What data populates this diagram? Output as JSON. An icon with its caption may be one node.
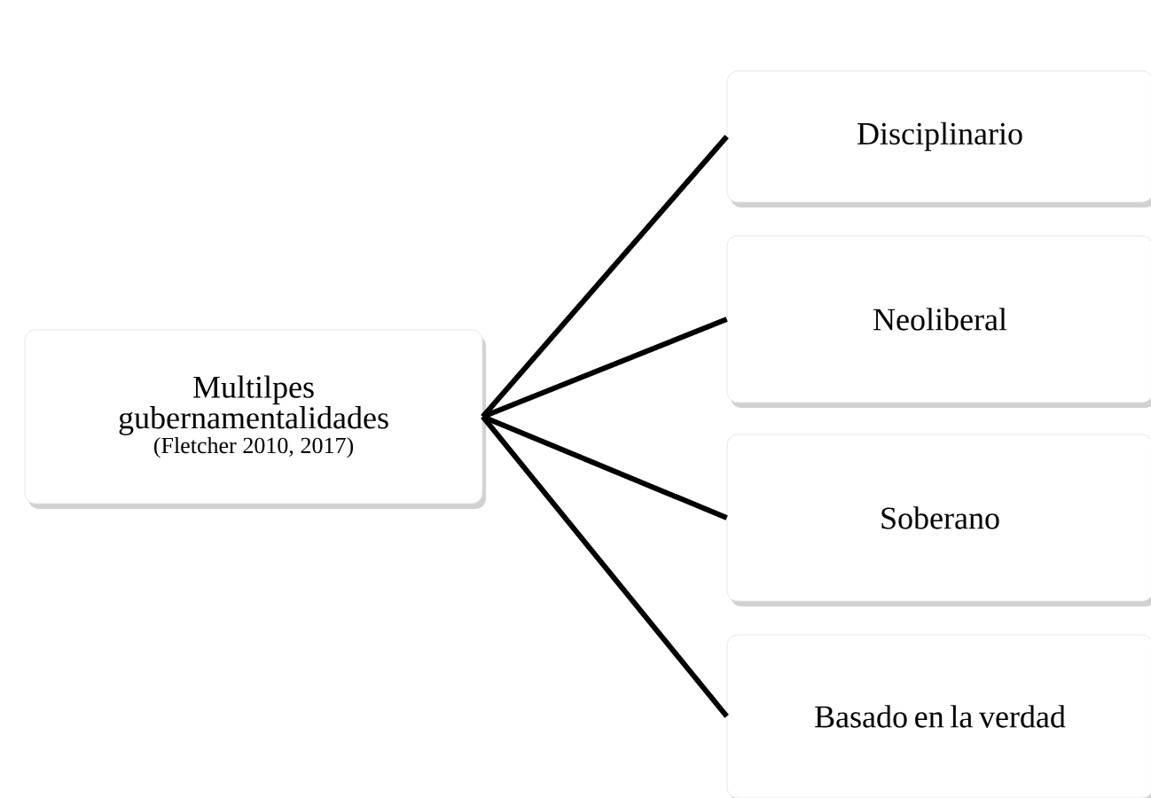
{
  "diagram": {
    "nodes": [
      {
        "text": [
          "Multilpes gubernamentalidades",
          "(Fletcher 2010, 2017)"
        ]
      },
      {
        "text": [
          "Disciplinario"
        ]
      },
      {
        "text": [
          "Neoliberal"
        ]
      },
      {
        "text": [
          "Soberano"
        ]
      },
      {
        "text": [
          "Basado en la verdad"
        ]
      }
    ],
    "edges": [
      {
        "from": 0,
        "to": 1,
        "arrow": "none"
      },
      {
        "from": 0,
        "to": 2,
        "arrow": "none"
      },
      {
        "from": 0,
        "to": 3,
        "arrow": "none"
      },
      {
        "from": 0,
        "to": 4,
        "arrow": "none"
      }
    ]
  }
}
